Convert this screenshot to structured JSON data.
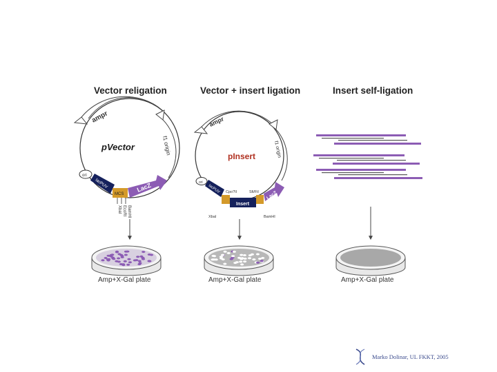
{
  "panels": [
    {
      "title": "Vector religation",
      "plasmid_name": "pVector",
      "plate_label": "Amp+X-Gal plate"
    },
    {
      "title": "Vector + insert ligation",
      "plasmid_name": "pInsert",
      "plate_label": "Amp+X-Gal plate"
    },
    {
      "title": "Insert self-ligation",
      "plate_label": "Amp+X-Gal plate"
    }
  ],
  "vector_labels": {
    "ampr": "ampr",
    "f1_origin": "f1 origin",
    "ori": "ori",
    "lacpuv": "lacPUV",
    "mcs": "MCS",
    "lacz": "LacZ",
    "bamhi": "BamHI",
    "ecori": "EcoRI",
    "xbai": "XbaI"
  },
  "insert_labels": {
    "ampr": "ampr",
    "f1_origin": "f1 origin",
    "ori": "ori",
    "lacpuv": "lacPUV",
    "lacz": "LacZ",
    "cpo": "Cpo?II",
    "sfi": "Sfi/Fil",
    "insert": "Insert",
    "xbai": "XbaI",
    "bamhi": "BamHI"
  },
  "colors": {
    "purple": "#8c5cb4",
    "orange": "#d49a2a",
    "navy": "#15215c",
    "plate_gray": "#a8a8a8"
  },
  "credit": {
    "text": "Marko Dolinar, UL FKKT, 2005"
  }
}
